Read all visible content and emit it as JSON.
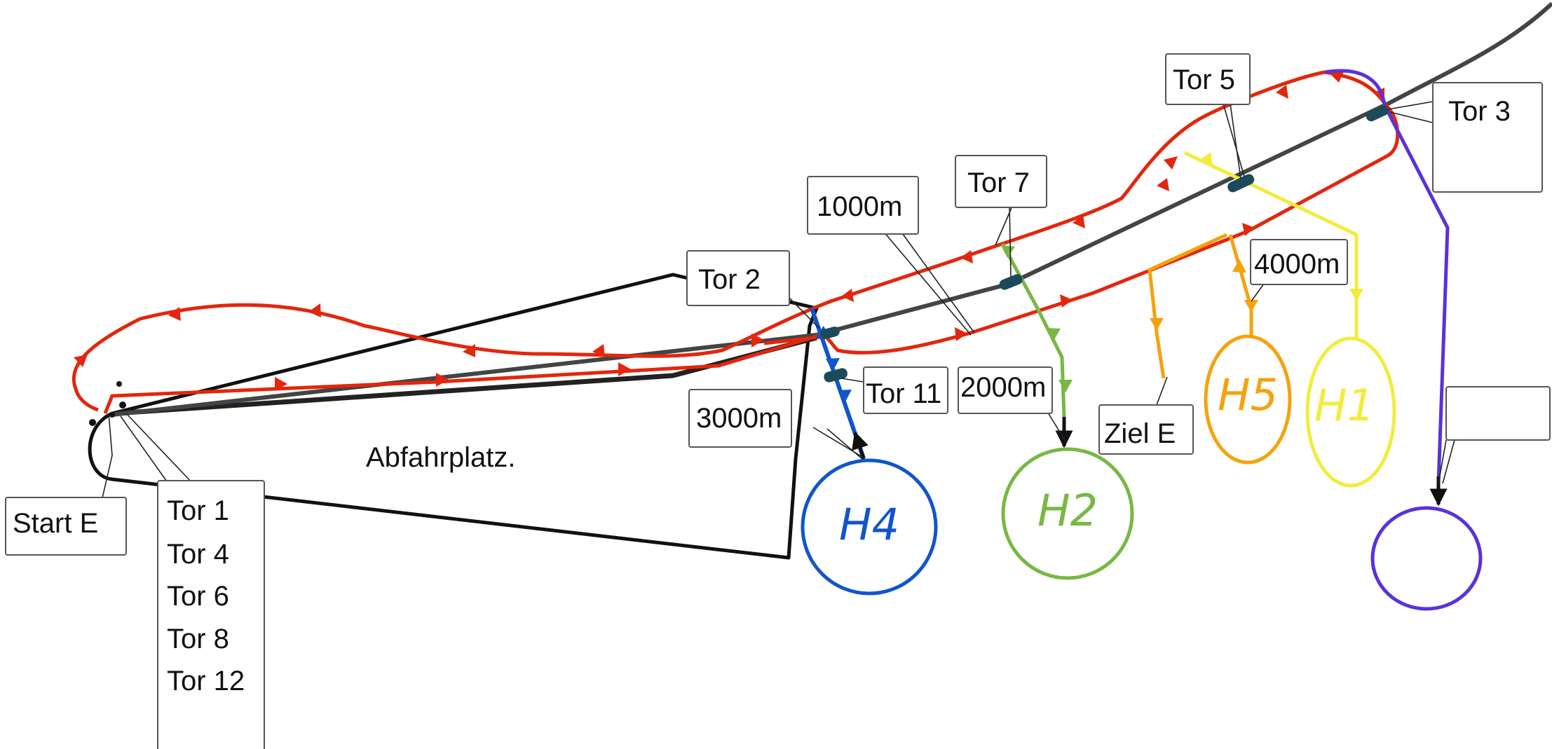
{
  "labels": {
    "start_e": "Start E",
    "tor_list": [
      "Tor 1",
      "Tor 4",
      "Tor 6",
      "Tor 8",
      "Tor 12"
    ],
    "tor_2": "Tor 2",
    "tor_3": "Tor 3",
    "tor_5": "Tor 5",
    "tor_7": "Tor 7",
    "tor_11": "Tor 11",
    "dist_1000": "1000m",
    "dist_2000": "2000m",
    "dist_3000": "3000m",
    "dist_4000": "4000m",
    "ziel_e": "Ziel E",
    "abfahrplatz": "Abfahrplatz.",
    "empty_callout": ""
  },
  "hangars": [
    {
      "id": "H4",
      "label": "H4",
      "color": "#1155cc"
    },
    {
      "id": "H2",
      "label": "H2",
      "color": "#77b843"
    },
    {
      "id": "H5",
      "label": "H5",
      "color": "#f5a20d"
    },
    {
      "id": "H1",
      "label": "H1",
      "color": "#f2ec3d"
    },
    {
      "id": "H-unlabeled",
      "label": "",
      "color": "#5a32d8"
    }
  ],
  "colors": {
    "main_route": "#e3260d",
    "runway": "#444444",
    "apron_outline": "#111111",
    "route_h4": "#1155cc",
    "route_h2": "#77b843",
    "route_h5": "#f5a20d",
    "route_h1": "#f2ec3d",
    "route_purple": "#5a32d8",
    "gate_marker": "#1b4a5a"
  }
}
